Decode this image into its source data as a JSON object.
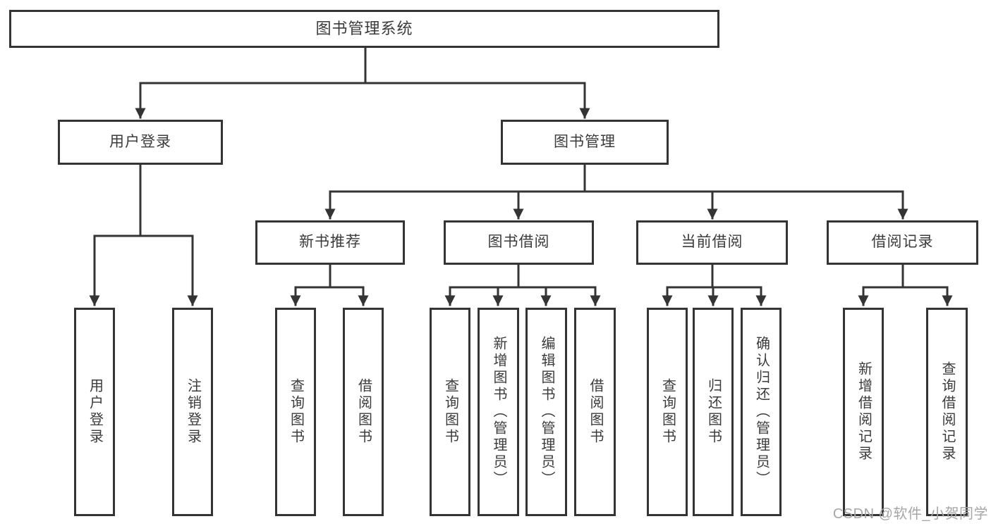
{
  "diagram_title": "图书管理系统",
  "tree": {
    "root": "图书管理系统",
    "branches": [
      {
        "label": "用户登录",
        "children": [
          "用户登录",
          "注销登录"
        ]
      },
      {
        "label": "图书管理",
        "children": [
          {
            "label": "新书推荐",
            "children": [
              "查询图书",
              "借阅图书"
            ]
          },
          {
            "label": "图书借阅",
            "children": [
              "查询图书",
              "新增图书（管理员）",
              "编辑图书（管理员）",
              "借阅图书"
            ]
          },
          {
            "label": "当前借阅",
            "children": [
              "查询图书",
              "归还图书",
              "确认归还（管理员）"
            ]
          },
          {
            "label": "借阅记录",
            "children": [
              "新增借阅记录",
              "查询借阅记录"
            ]
          }
        ]
      }
    ]
  },
  "watermark": {
    "text": "CSDN @软件_小贺同学"
  },
  "colors": {
    "line": "#343434",
    "box_border": "#343434",
    "box_fill": "#ffffff",
    "text": "#3b3b3b",
    "watermark": "#a6a6a6",
    "background": "#ffffff"
  }
}
